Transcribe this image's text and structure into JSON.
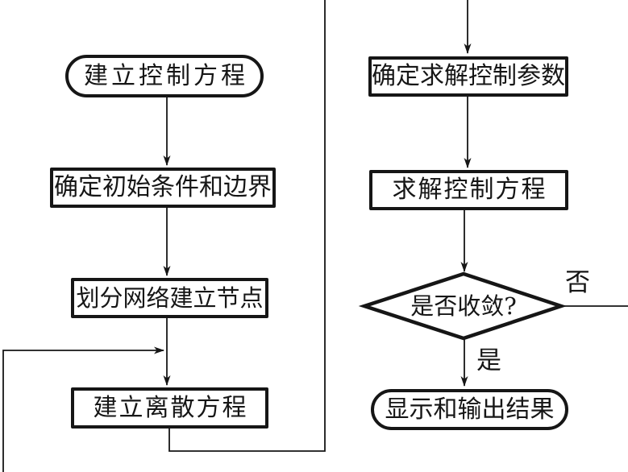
{
  "flowchart": {
    "nodes": {
      "start": {
        "label": "建立控制方程",
        "shape": "stadium"
      },
      "init": {
        "label": "确定初始条件和边界",
        "shape": "rect"
      },
      "mesh": {
        "label": "划分网络建立节点",
        "shape": "rect"
      },
      "discrete": {
        "label": "建立离散方程",
        "shape": "rect"
      },
      "params": {
        "label": "确定求解控制参数",
        "shape": "rect"
      },
      "solve": {
        "label": "求解控制方程",
        "shape": "rect"
      },
      "decision": {
        "label": "是否收敛?",
        "shape": "diamond"
      },
      "output": {
        "label": "显示和输出结果",
        "shape": "stadium"
      }
    },
    "decision_labels": {
      "no": "否",
      "yes": "是"
    },
    "colors": {
      "line": "#161616",
      "background": "#ffffff",
      "text": "#161616"
    }
  }
}
